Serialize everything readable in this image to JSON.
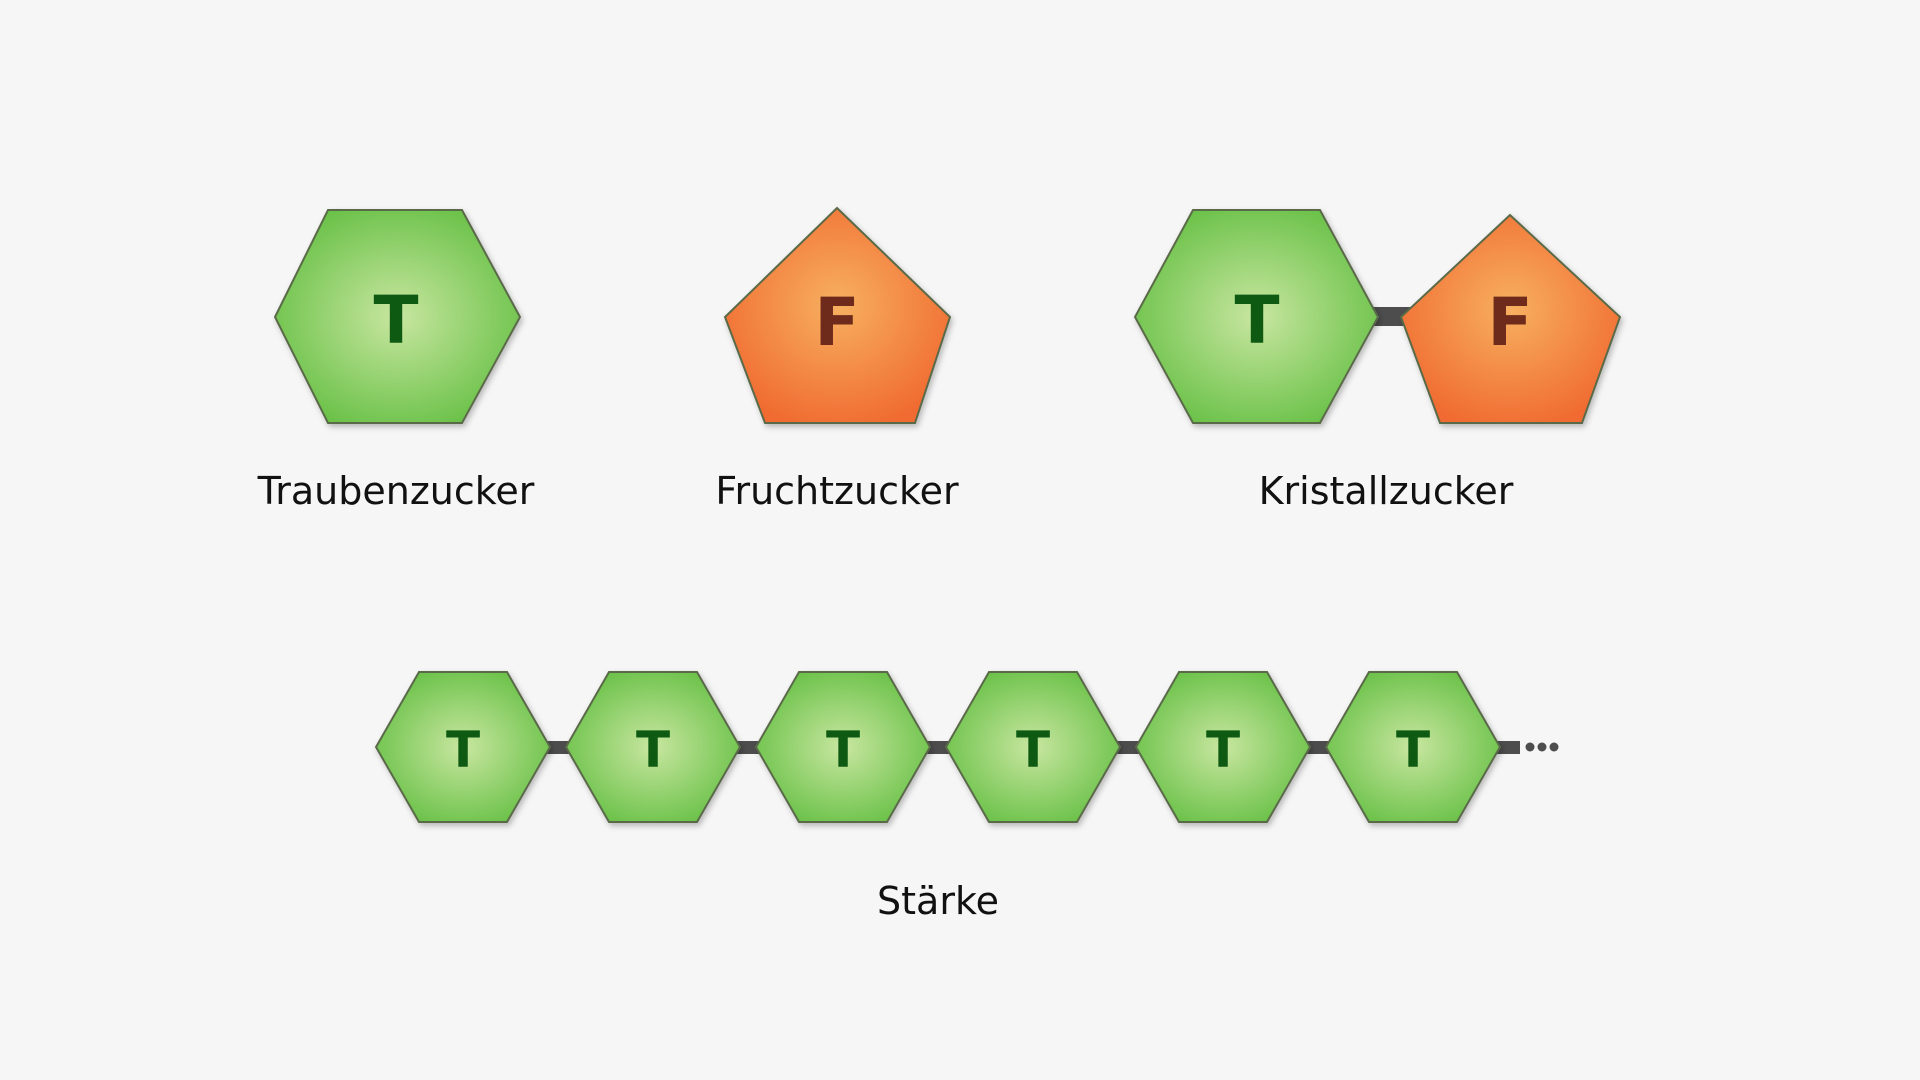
{
  "molecules": {
    "glucose": {
      "letter": "T",
      "caption": "Traubenzucker"
    },
    "fructose": {
      "letter": "F",
      "caption": "Fruchtzucker"
    },
    "sucrose": {
      "letter_glucose": "T",
      "letter_fructose": "F",
      "caption": "Kristallzucker"
    },
    "starch": {
      "unit_letter": "T",
      "unit_count": 6,
      "continuation": "...",
      "caption": "Stärke"
    }
  },
  "colors": {
    "background": "#f6f6f6",
    "glucose_fill_center": "#c8e6a0",
    "glucose_fill_edge": "#6cc24a",
    "glucose_letter": "#0f5a12",
    "fructose_fill_center": "#f7b060",
    "fructose_fill_edge": "#f06a30",
    "fructose_letter": "#6e2a1a",
    "bond": "#4d4d4d",
    "outline": "#5a6b4a"
  }
}
